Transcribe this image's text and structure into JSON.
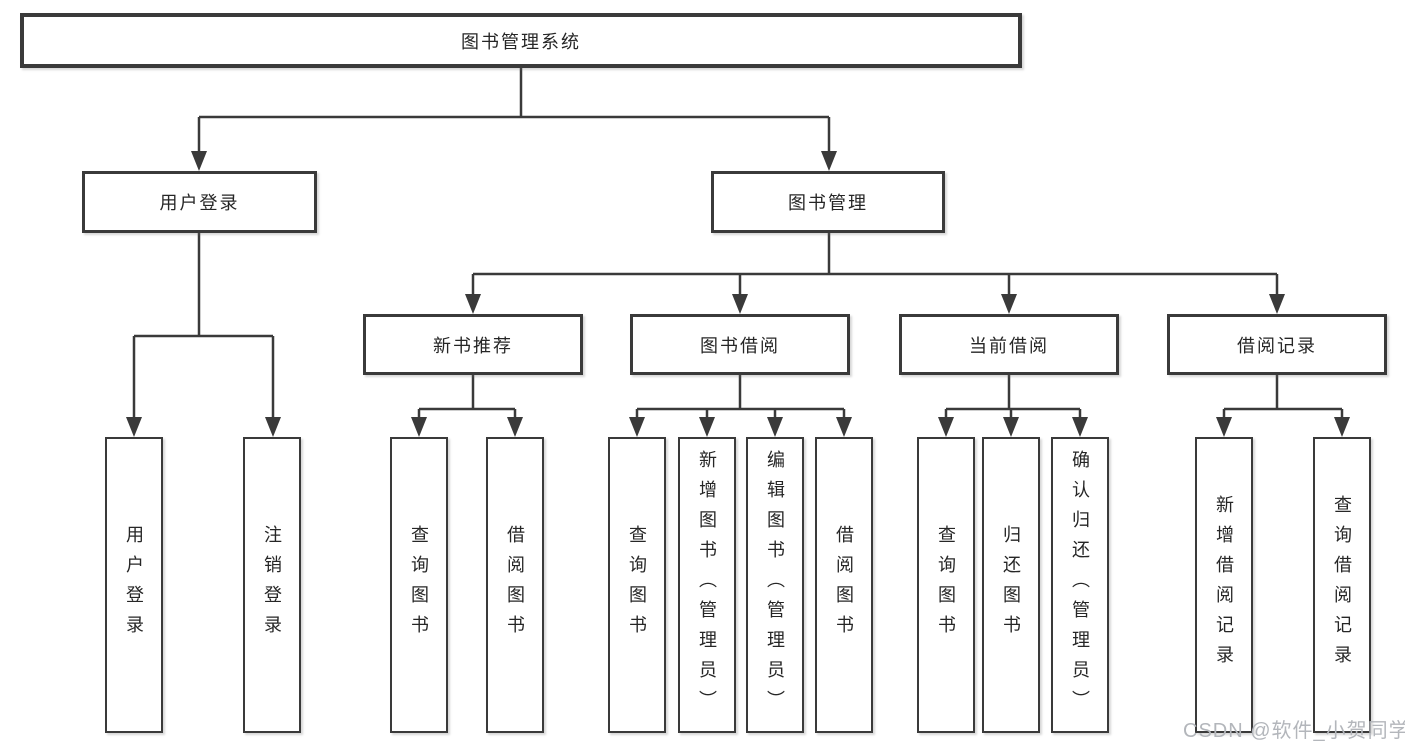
{
  "title": "图书管理系统",
  "nodes": {
    "user_login": "用户登录",
    "book_management": "图书管理",
    "new_book_recommend": "新书推荐",
    "book_borrow": "图书借阅",
    "current_borrow": "当前借阅",
    "borrow_records": "借阅记录"
  },
  "leaves": {
    "user_login": [
      "用户登录",
      "注销登录"
    ],
    "new_book_recommend": [
      "查询图书",
      "借阅图书"
    ],
    "book_borrow": [
      "查询图书",
      "新增图书（管理员）",
      "编辑图书（管理员）",
      "借阅图书"
    ],
    "current_borrow": [
      "查询图书",
      "归还图书",
      "确认归还（管理员）"
    ],
    "borrow_records": [
      "新增借阅记录",
      "查询借阅记录"
    ]
  },
  "watermark": "CSDN @软件_小贺同学",
  "colors": {
    "line": "#3a3a3a",
    "text": "#262626",
    "watermark": "#b3b6bb",
    "background": "#ffffff"
  }
}
